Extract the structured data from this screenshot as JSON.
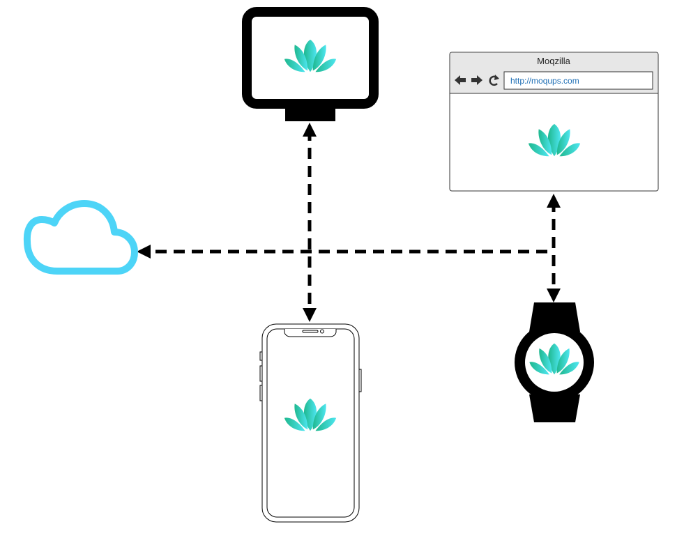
{
  "browser": {
    "title": "Moqzilla",
    "url": "http://moqups.com",
    "url_color": "#1f6fb5"
  },
  "colors": {
    "connector": "#000000",
    "cloud": "#4dd4f7",
    "device_frame": "#000000",
    "logo_gradient_start": "#1fb88f",
    "logo_gradient_end": "#4ee6f0"
  },
  "icons": {
    "cloud": "cloud-icon",
    "monitor": "monitor-icon",
    "browser": "browser-window",
    "phone": "smartphone-icon",
    "watch": "smartwatch-icon",
    "logo": "lotus-logo-icon"
  }
}
